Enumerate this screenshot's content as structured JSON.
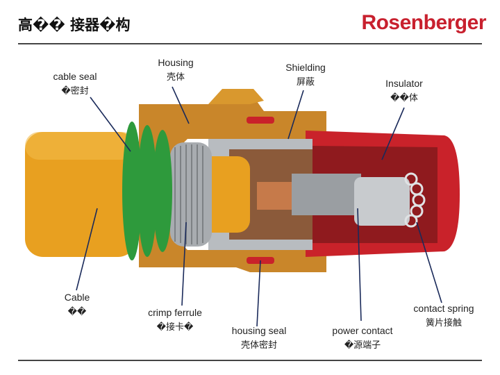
{
  "header": {
    "title": "高�� 接器�构",
    "logo_text": "Rosenberger",
    "logo_color": "#c8202e",
    "rule_color": "#444444"
  },
  "labels": {
    "cable_seal": {
      "en": "cable seal",
      "zh": "�密封"
    },
    "housing": {
      "en": "Housing",
      "zh": "壳体"
    },
    "shielding": {
      "en": "Shielding",
      "zh": "屏蔽"
    },
    "insulator": {
      "en": "Insulator",
      "zh": "��体"
    },
    "cable": {
      "en": "Cable",
      "zh": "��"
    },
    "crimp_ferrule": {
      "en": "crimp ferrule",
      "zh": "�接卡�"
    },
    "housing_seal": {
      "en": "housing seal",
      "zh": "壳体密封"
    },
    "power_contact": {
      "en": "power contact",
      "zh": "�源端子"
    },
    "contact_spring": {
      "en": "contact spring",
      "zh": "簧片接触"
    }
  },
  "colors": {
    "cable": "#e8a020",
    "housing": "#c9862a",
    "seal": "#2e9a3c",
    "insulator": "#c9222a",
    "shield": "#b8bcc0",
    "copper": "#c67a4a",
    "leader": "#1a2a5a"
  }
}
